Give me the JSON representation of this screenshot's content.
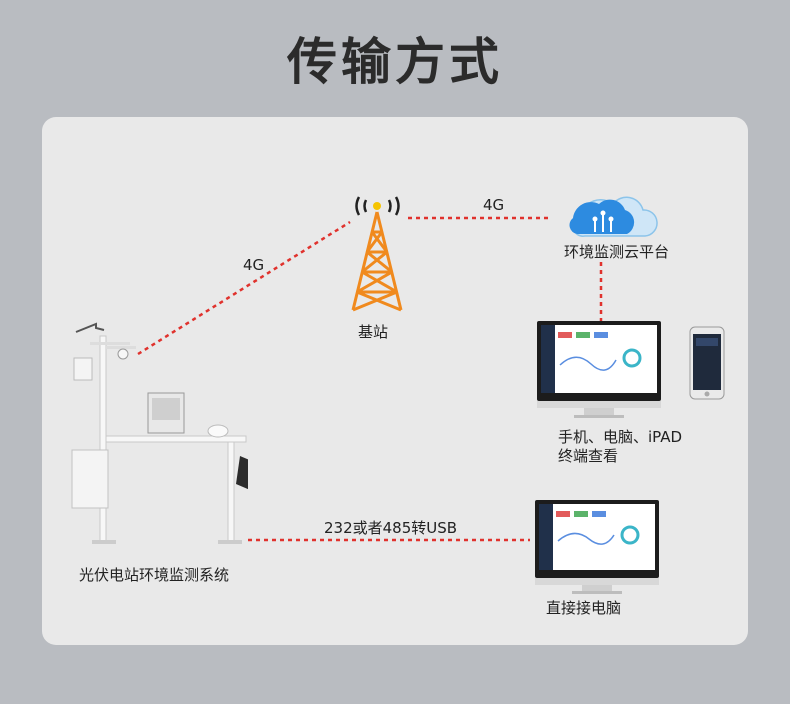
{
  "title": "传输方式",
  "labels": {
    "tower": "基站",
    "cloud": "环境监测云平台",
    "link_station_tower": "4G",
    "link_tower_cloud": "4G",
    "terminals_line1": "手机、电脑、iPAD",
    "terminals_line2": "终端查看",
    "link_direct": "232或者485转USB",
    "station": "光伏电站环境监测系统",
    "direct_pc": "直接接电脑"
  },
  "colors": {
    "background": "#b9bcc1",
    "panel": "#e9e9e9",
    "link": "#e0322d",
    "tower": "#f08a1e",
    "cloud": "#2d8be0"
  }
}
